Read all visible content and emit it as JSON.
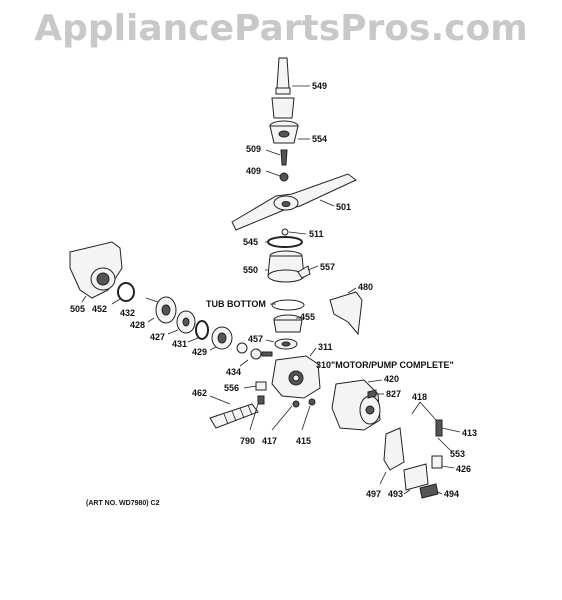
{
  "watermark": "AppliancePartsPros.com",
  "labels": {
    "p549": "549",
    "p554": "554",
    "p509": "509",
    "p409": "409",
    "p501": "501",
    "p511": "511",
    "p545": "545",
    "p557": "557",
    "p550": "550",
    "p480": "480",
    "p505": "505",
    "p452": "452",
    "p432": "432",
    "p428": "428",
    "p427": "427",
    "p431": "431",
    "p429": "429",
    "tub_bottom": "TUB BOTTOM",
    "p455": "455",
    "p457": "457",
    "p434": "434",
    "p311": "311",
    "motor_pump": "310\"MOTOR/PUMP COMPLETE\"",
    "p420": "420",
    "p827": "827",
    "p418": "418",
    "p462": "462",
    "p556": "556",
    "p413": "413",
    "p553": "553",
    "p790": "790",
    "p417": "417",
    "p415": "415",
    "p426": "426",
    "p497": "497",
    "p493": "493",
    "p494": "494",
    "art_no": "(ART NO. WD7980) C2"
  }
}
